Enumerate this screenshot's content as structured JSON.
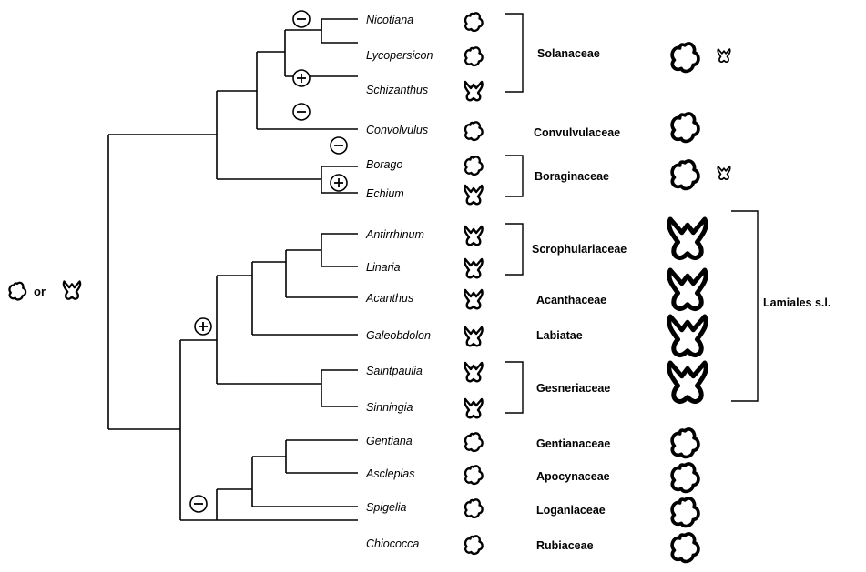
{
  "root_label": {
    "connector": "or"
  },
  "taxa": [
    {
      "name": "Nicotiana",
      "flower": "actinomorphic"
    },
    {
      "name": "Lycopersicon",
      "flower": "actinomorphic"
    },
    {
      "name": "Schizanthus",
      "flower": "zygomorphic"
    },
    {
      "name": "Convolvulus",
      "flower": "actinomorphic"
    },
    {
      "name": "Borago",
      "flower": "actinomorphic"
    },
    {
      "name": "Echium",
      "flower": "zygomorphic"
    },
    {
      "name": "Antirrhinum",
      "flower": "zygomorphic"
    },
    {
      "name": "Linaria",
      "flower": "zygomorphic"
    },
    {
      "name": "Acanthus",
      "flower": "zygomorphic"
    },
    {
      "name": "Galeobdolon",
      "flower": "zygomorphic"
    },
    {
      "name": "Saintpaulia",
      "flower": "zygomorphic"
    },
    {
      "name": "Sinningia",
      "flower": "zygomorphic"
    },
    {
      "name": "Gentiana",
      "flower": "actinomorphic"
    },
    {
      "name": "Asclepias",
      "flower": "actinomorphic"
    },
    {
      "name": "Spigelia",
      "flower": "actinomorphic"
    },
    {
      "name": "Chiococca",
      "flower": "actinomorphic"
    }
  ],
  "families": [
    {
      "name": "Solanaceae",
      "flowers": [
        "actinomorphic",
        "zygomorphic-small"
      ]
    },
    {
      "name": "Convulvulaceae",
      "flowers": [
        "actinomorphic"
      ]
    },
    {
      "name": "Boraginaceae",
      "flowers": [
        "actinomorphic",
        "zygomorphic-small"
      ]
    },
    {
      "name": "Scrophulariaceae",
      "flowers": [
        "zygomorphic"
      ]
    },
    {
      "name": "Acanthaceae",
      "flowers": [
        "zygomorphic"
      ]
    },
    {
      "name": "Labiatae",
      "flowers": [
        "zygomorphic"
      ]
    },
    {
      "name": "Gesneriaceae",
      "flowers": [
        "zygomorphic"
      ]
    },
    {
      "name": "Gentianaceae",
      "flowers": [
        "actinomorphic"
      ]
    },
    {
      "name": "Apocynaceae",
      "flowers": [
        "actinomorphic"
      ]
    },
    {
      "name": "Loganiaceae",
      "flowers": [
        "actinomorphic"
      ]
    },
    {
      "name": "Rubiaceae",
      "flowers": [
        "actinomorphic"
      ]
    }
  ],
  "order": {
    "name": "Lamiales s.l."
  },
  "markers": [
    {
      "id": "m1",
      "sign": "minus"
    },
    {
      "id": "m2",
      "sign": "plus"
    },
    {
      "id": "m3",
      "sign": "minus"
    },
    {
      "id": "m4",
      "sign": "minus"
    },
    {
      "id": "m5",
      "sign": "plus"
    },
    {
      "id": "m6",
      "sign": "plus"
    },
    {
      "id": "m7",
      "sign": "minus"
    }
  ]
}
